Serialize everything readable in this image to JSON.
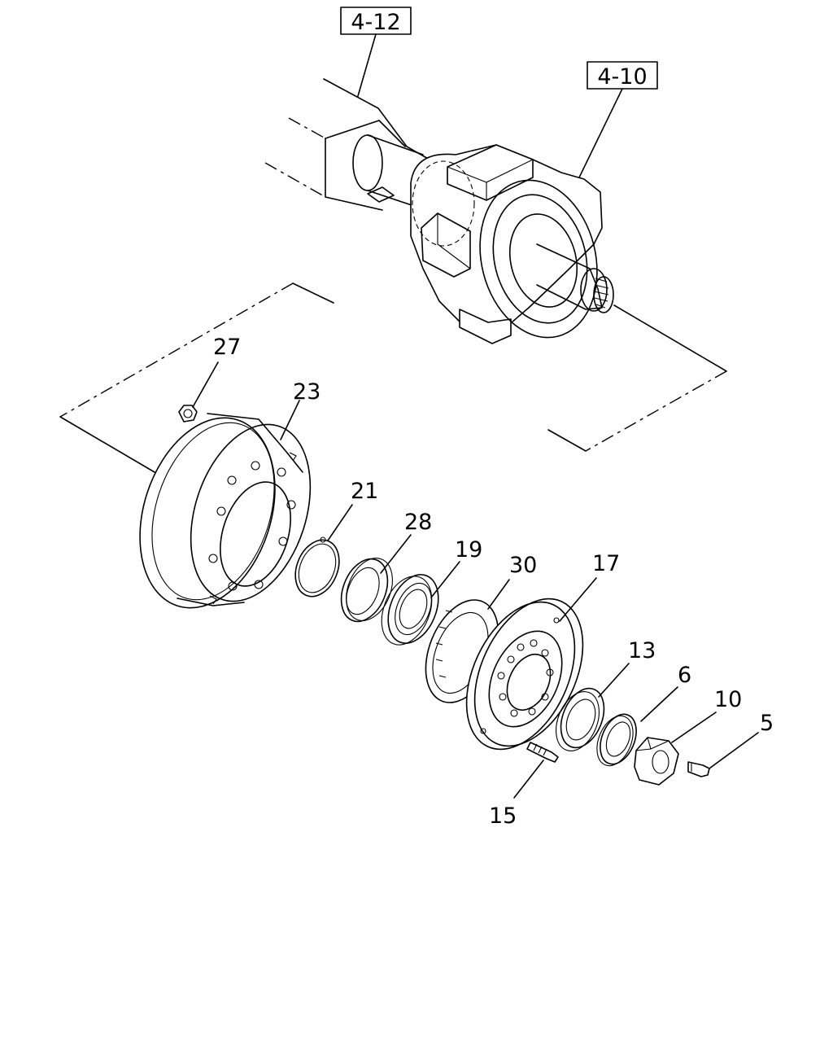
{
  "references": [
    {
      "text": "4-12"
    },
    {
      "text": "4-10"
    }
  ],
  "callouts": [
    {
      "text": "27"
    },
    {
      "text": "23"
    },
    {
      "text": "21"
    },
    {
      "text": "28"
    },
    {
      "text": "19"
    },
    {
      "text": "30"
    },
    {
      "text": "17"
    },
    {
      "text": "13"
    },
    {
      "text": "6"
    },
    {
      "text": "10"
    },
    {
      "text": "5"
    },
    {
      "text": "15"
    }
  ]
}
